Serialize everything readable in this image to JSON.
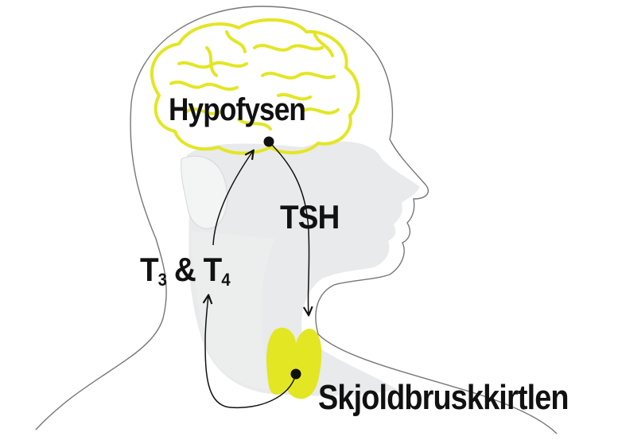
{
  "labels": {
    "pituitary": "Hypofysen",
    "tsh": "TSH",
    "t3": "T",
    "t3_sub": "3",
    "amp": " & ",
    "t4": "T",
    "t4_sub": "4",
    "thyroid": "Skjoldbruskkirtlen"
  },
  "colors": {
    "accent": "#e3e623",
    "outline": "#777777",
    "face": "#e9eaeb",
    "text": "#111111"
  },
  "icons": {
    "brain": "brain-icon",
    "thyroid": "thyroid-gland-icon",
    "head": "head-silhouette"
  }
}
